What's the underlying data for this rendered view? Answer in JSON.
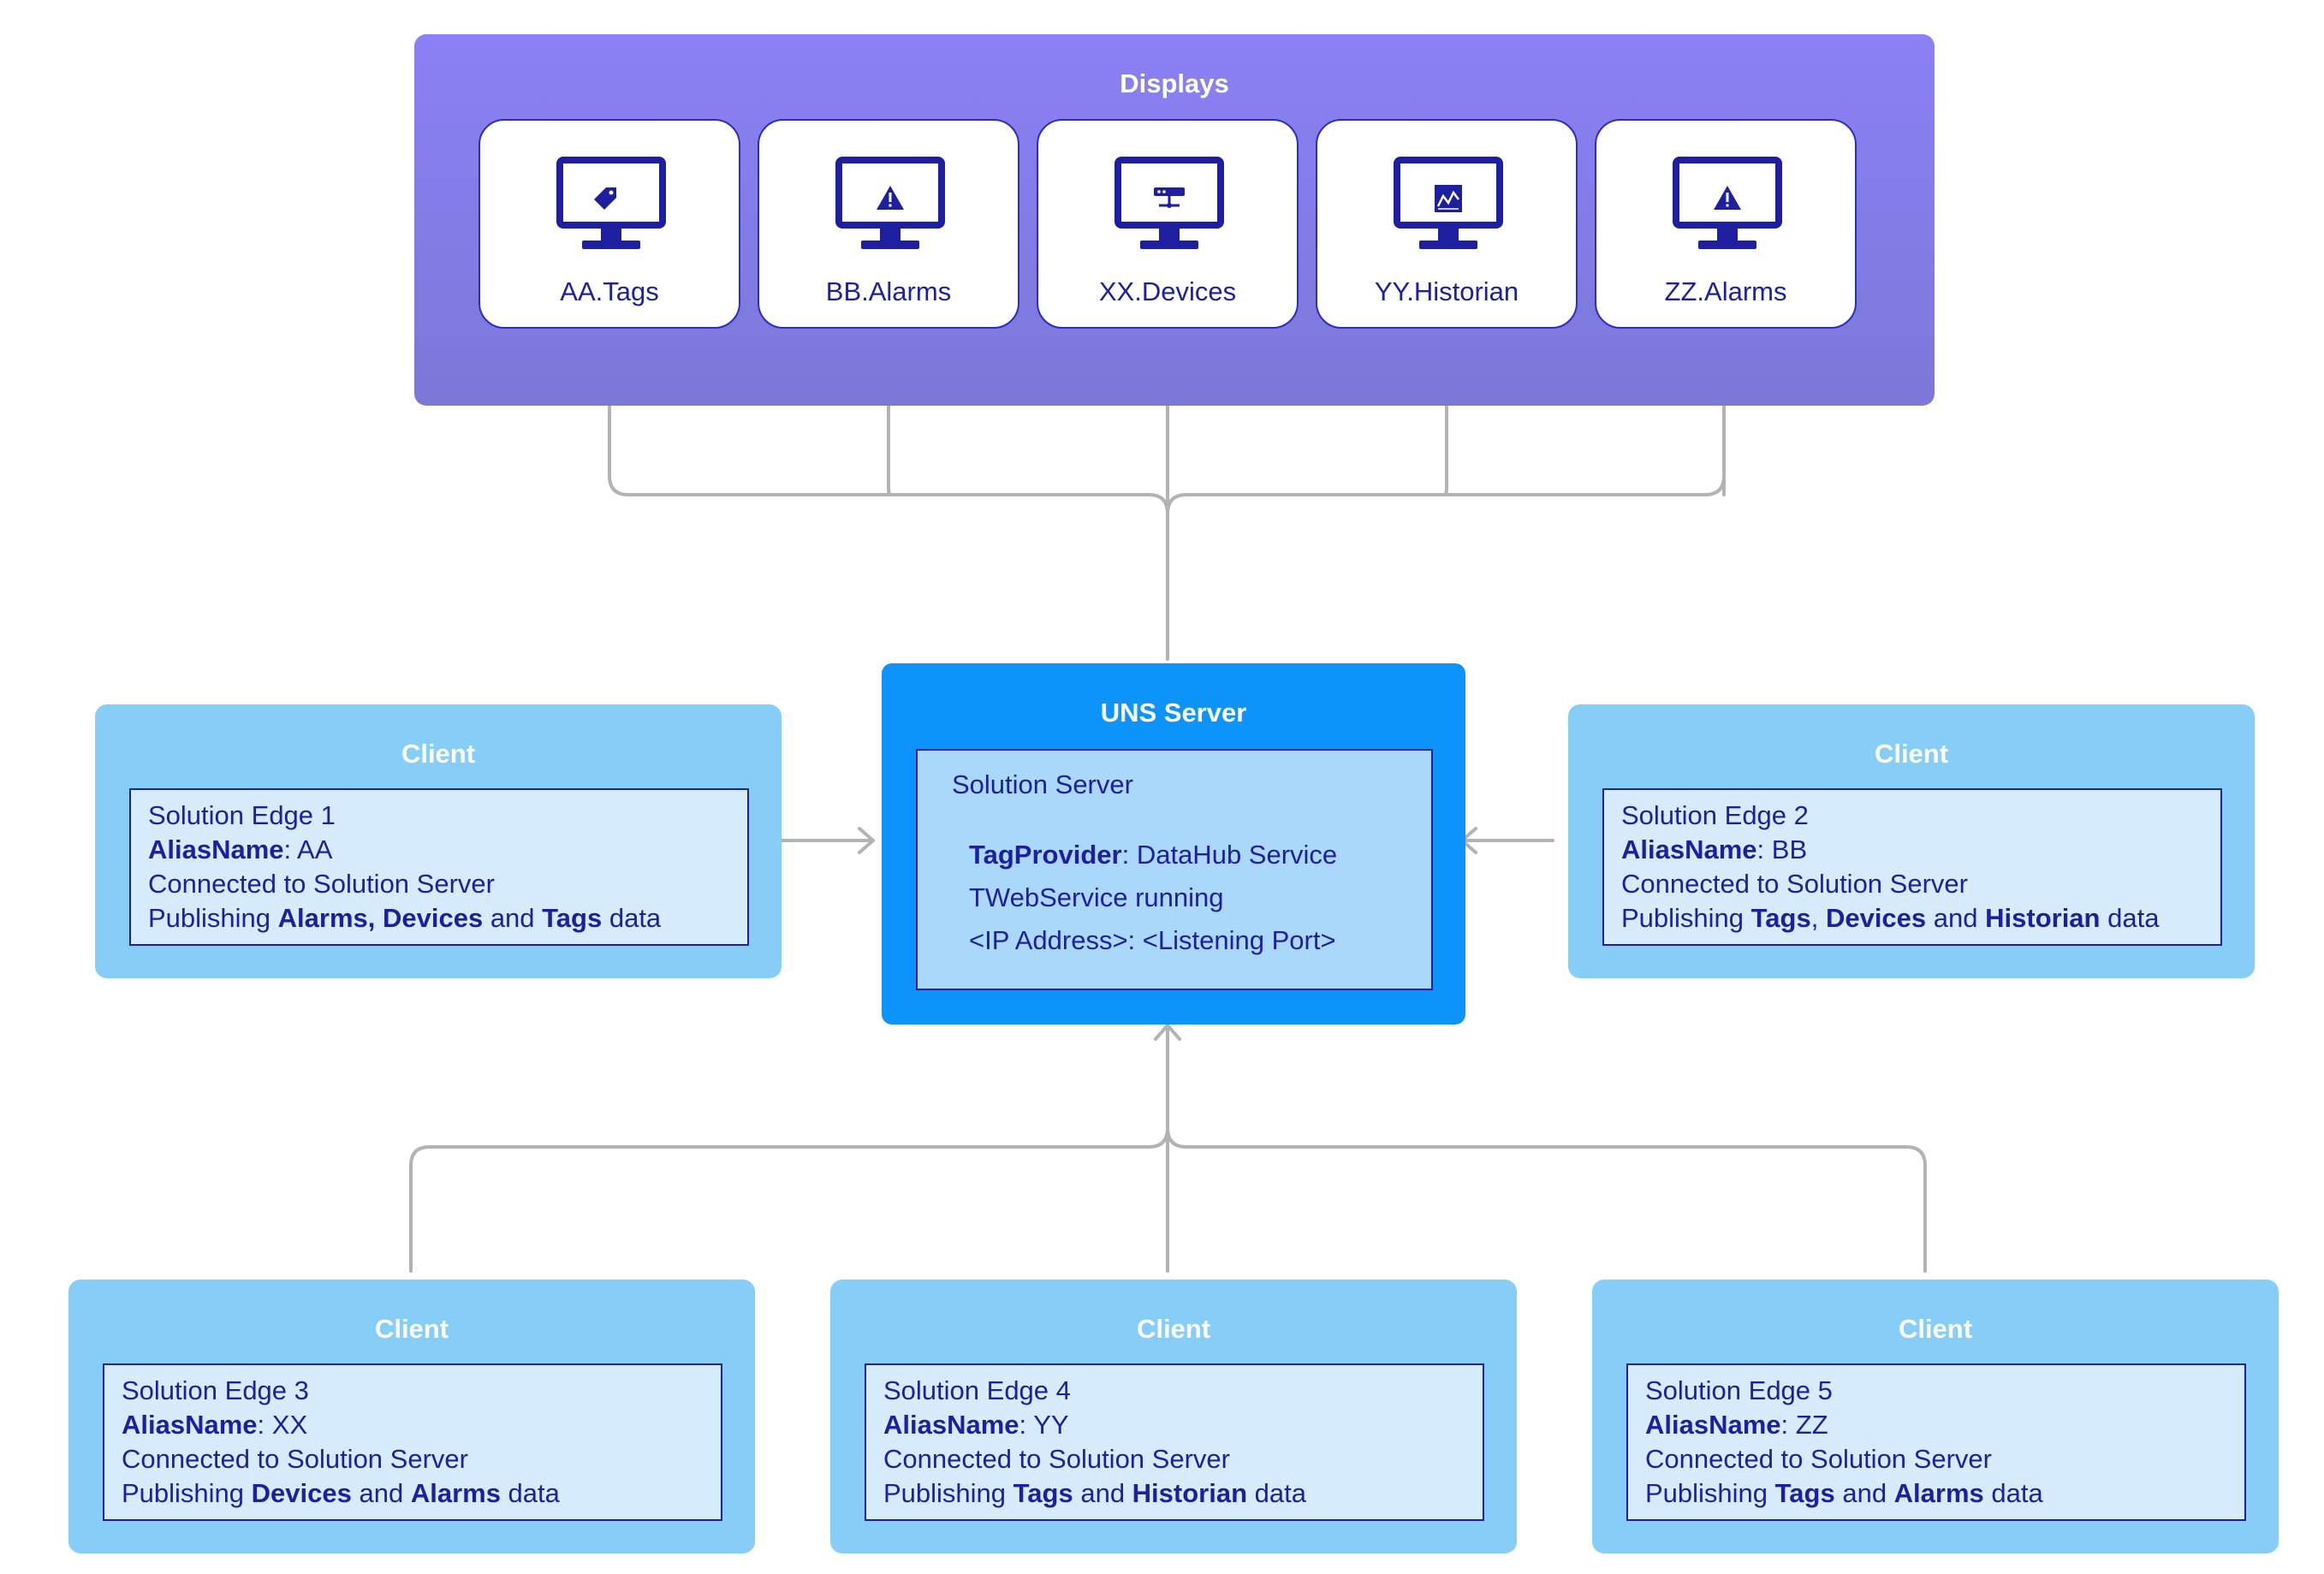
{
  "displays": {
    "title": "Displays",
    "cards": [
      {
        "label": "AA.Tags",
        "icon": "tag-icon"
      },
      {
        "label": "BB.Alarms",
        "icon": "alarm-warning-icon"
      },
      {
        "label": "XX.Devices",
        "icon": "network-device-icon"
      },
      {
        "label": "YY.Historian",
        "icon": "trend-chart-icon"
      },
      {
        "label": "ZZ.Alarms",
        "icon": "alarm-warning-icon"
      }
    ]
  },
  "uns_server": {
    "title": "UNS Server",
    "subtitle": "Solution Server",
    "tagprovider_key": "TagProvider",
    "tagprovider_sep": ": ",
    "tagprovider_value": "DataHub Service",
    "webservice": "TWebService running",
    "address": "<IP Address>: <Listening Port>"
  },
  "clients": [
    {
      "title": "Client",
      "edge": "Solution Edge 1",
      "alias_key": "AliasName",
      "alias_sep": ": ",
      "alias_value": "AA",
      "connected": "Connected to Solution Server",
      "pub": [
        {
          "text": "Publishing ",
          "bold": false
        },
        {
          "text": "Alarms, Devices",
          "bold": true
        },
        {
          "text": " and ",
          "bold": false
        },
        {
          "text": "Tags",
          "bold": true
        },
        {
          "text": " data",
          "bold": false
        }
      ]
    },
    {
      "title": "Client",
      "edge": "Solution Edge 2",
      "alias_key": "AliasName",
      "alias_sep": ": ",
      "alias_value": "BB",
      "connected": "Connected to Solution Server",
      "pub": [
        {
          "text": "Publishing ",
          "bold": false
        },
        {
          "text": "Tags",
          "bold": true
        },
        {
          "text": ", ",
          "bold": false
        },
        {
          "text": "Devices",
          "bold": true
        },
        {
          "text": " and ",
          "bold": false
        },
        {
          "text": "Historian",
          "bold": true
        },
        {
          "text": " data",
          "bold": false
        }
      ]
    },
    {
      "title": "Client",
      "edge": "Solution Edge 3",
      "alias_key": "AliasName",
      "alias_sep": ": ",
      "alias_value": "XX",
      "connected": "Connected to Solution Server",
      "pub": [
        {
          "text": "Publishing ",
          "bold": false
        },
        {
          "text": "Devices",
          "bold": true
        },
        {
          "text": " and ",
          "bold": false
        },
        {
          "text": "Alarms",
          "bold": true
        },
        {
          "text": " data",
          "bold": false
        }
      ]
    },
    {
      "title": "Client",
      "edge": "Solution Edge 4",
      "alias_key": "AliasName",
      "alias_sep": ": ",
      "alias_value": "YY",
      "connected": "Connected to Solution Server",
      "pub": [
        {
          "text": "Publishing ",
          "bold": false
        },
        {
          "text": "Tags",
          "bold": true
        },
        {
          "text": " and ",
          "bold": false
        },
        {
          "text": "Historian",
          "bold": true
        },
        {
          "text": " data",
          "bold": false
        }
      ]
    },
    {
      "title": "Client",
      "edge": "Solution Edge 5",
      "alias_key": "AliasName",
      "alias_sep": ": ",
      "alias_value": "ZZ",
      "connected": "Connected to Solution Server",
      "pub": [
        {
          "text": "Publishing ",
          "bold": false
        },
        {
          "text": "Tags",
          "bold": true
        },
        {
          "text": " and ",
          "bold": false
        },
        {
          "text": "Alarms",
          "bold": true
        },
        {
          "text": " data",
          "bold": false
        }
      ]
    }
  ],
  "colors": {
    "displays_bg": "#8b80f5",
    "uns_bg": "#0d93f9",
    "client_bg": "#86cdf8",
    "text": "#1d1fa0",
    "connector": "#b3b3b3"
  }
}
